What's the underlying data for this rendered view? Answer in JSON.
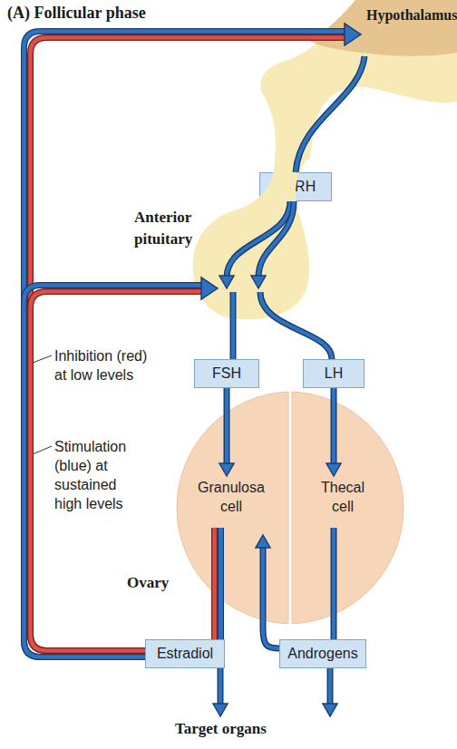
{
  "diagram": {
    "title": "(A) Follicular phase",
    "nodes": [
      {
        "text": [
          "Hypothalamus"
        ]
      },
      {
        "text": [
          "GnRH"
        ]
      },
      {
        "text": [
          "Anterior pituitary"
        ]
      },
      {
        "text": [
          "FSH"
        ]
      },
      {
        "text": [
          "LH"
        ]
      },
      {
        "text": [
          "Ovary"
        ]
      },
      {
        "text": [
          "Granulosa cell"
        ],
        "in": 5
      },
      {
        "text": [
          "Thecal cell"
        ],
        "in": 5
      },
      {
        "text": [
          "Estradiol"
        ]
      },
      {
        "text": [
          "Androgens"
        ]
      },
      {
        "text": [
          "Target organs"
        ]
      }
    ],
    "edges": [
      {
        "from": 0,
        "to": 1,
        "arrow": "none"
      },
      {
        "from": 1,
        "to": 2,
        "arrow": "to"
      },
      {
        "from": 1,
        "to": 2,
        "arrow": "to"
      },
      {
        "from": 2,
        "to": 3,
        "arrow": "none"
      },
      {
        "from": 2,
        "to": 4,
        "arrow": "none"
      },
      {
        "from": 3,
        "to": 6,
        "arrow": "to"
      },
      {
        "from": 4,
        "to": 7,
        "arrow": "to"
      },
      {
        "from": 6,
        "to": 8,
        "arrow": "none"
      },
      {
        "from": 7,
        "to": 9,
        "arrow": "none"
      },
      {
        "from": 9,
        "to": 6,
        "arrow": "to"
      },
      {
        "from": 8,
        "to": 10,
        "arrow": "to"
      },
      {
        "from": 9,
        "to": 10,
        "arrow": "to"
      },
      {
        "from": 8,
        "to": 0,
        "arrow": "to"
      },
      {
        "from": 8,
        "to": 2,
        "arrow": "to"
      }
    ],
    "labels": [
      "Inhibition (red) at low levels",
      "Stimulation (blue) at sustained high levels"
    ]
  }
}
